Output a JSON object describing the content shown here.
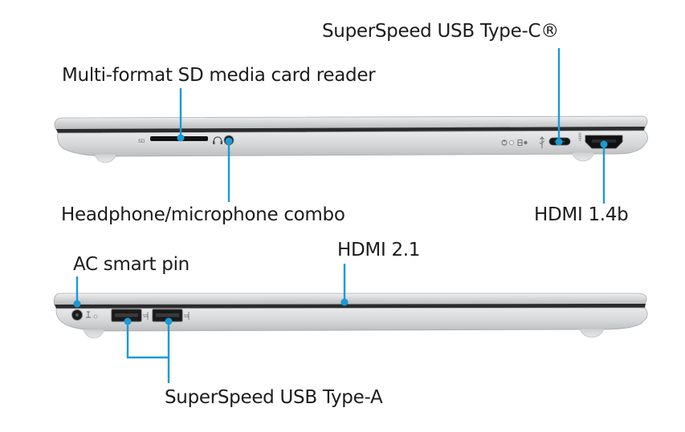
{
  "labels": {
    "usb_c": "SuperSpeed USB Type-C®",
    "sd_reader": "Multi-format SD media card reader",
    "headphone": "Headphone/microphone combo",
    "hdmi_14b": "HDMI 1.4b",
    "ac_pin": "AC smart pin",
    "hdmi_21": "HDMI 2.1",
    "usb_a": "SuperSpeed USB Type-A"
  },
  "engravings": {
    "sd": "SD",
    "hdmi": "HDMI"
  },
  "icons": [
    "power-icon",
    "headphone-icon",
    "usb-icon",
    "hdmi-port-icon",
    "usb-c-port-icon",
    "sd-slot-icon",
    "ac-pin-icon",
    "ss-usb-icon"
  ],
  "colors": {
    "callout": "#1a9ad6",
    "chassis": "#d9dadc",
    "port": "#111111",
    "text": "#1c1c1c"
  }
}
